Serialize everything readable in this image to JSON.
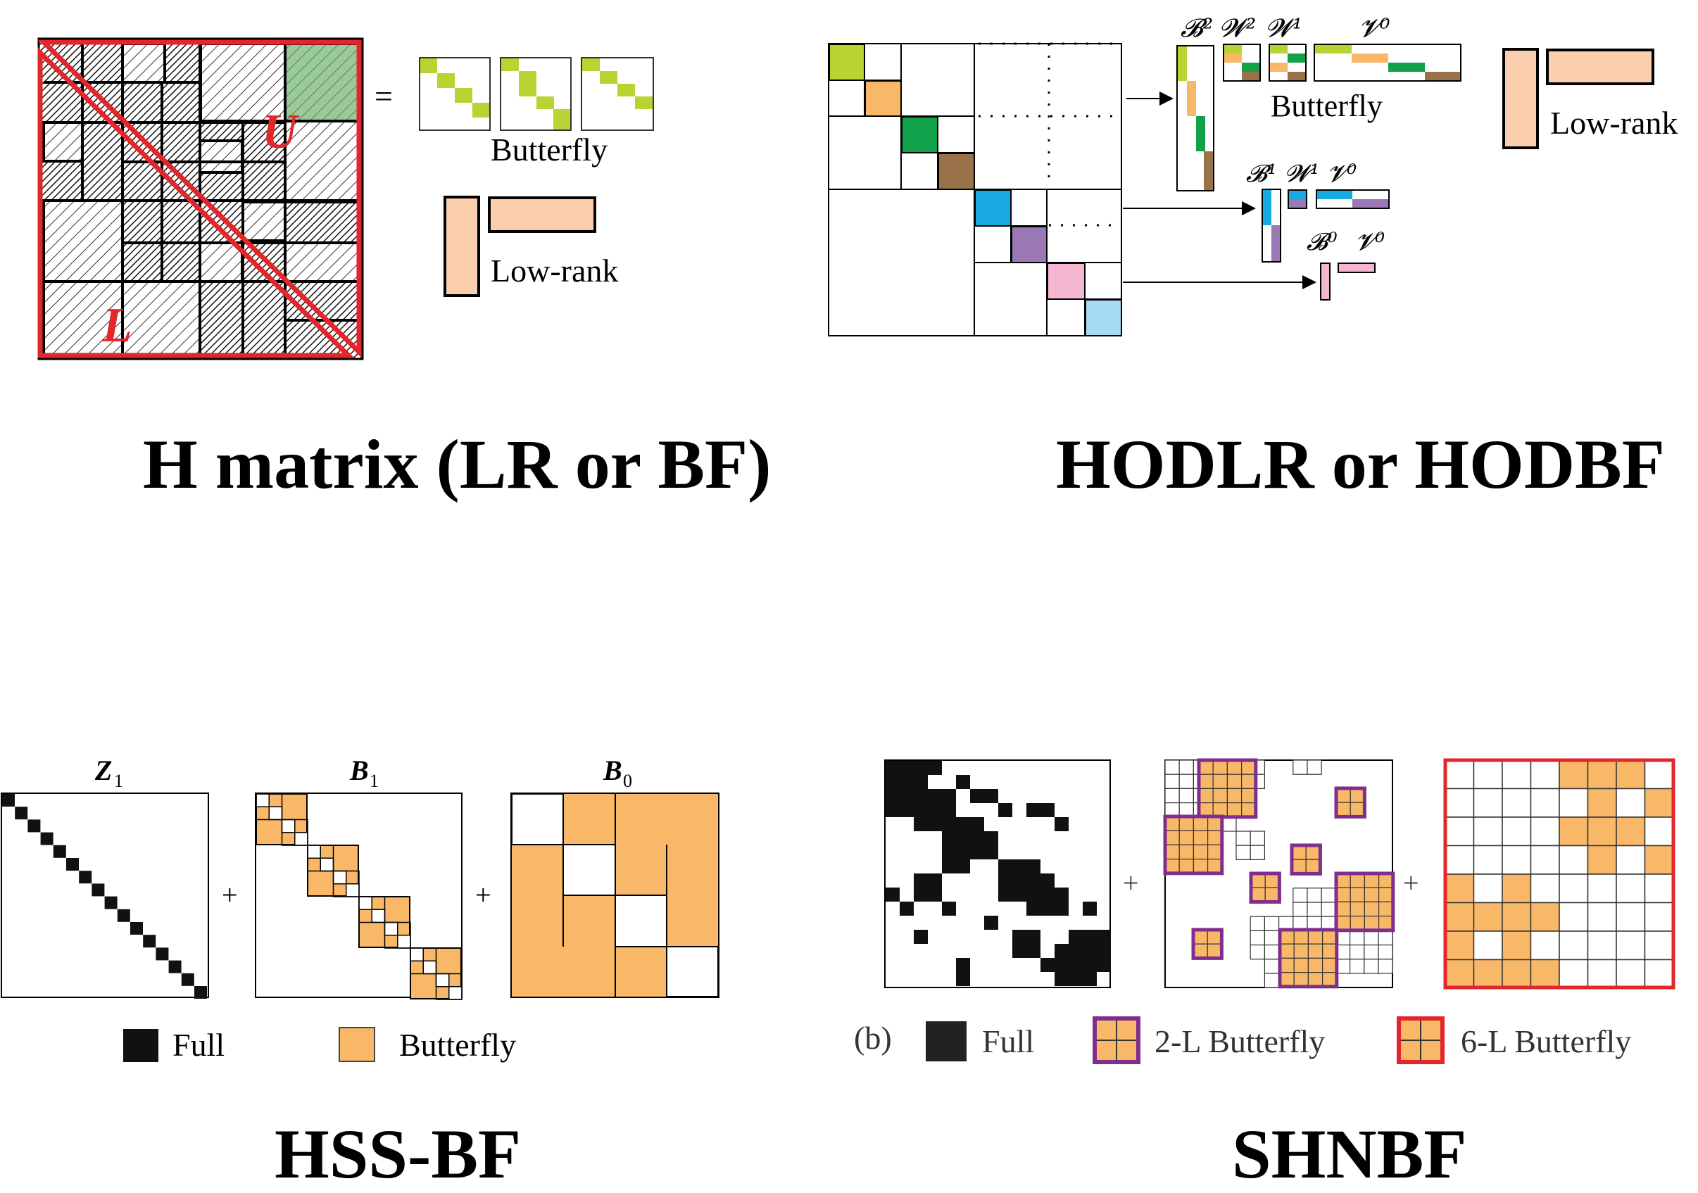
{
  "panels": {
    "hmatrix": {
      "title": "H matrix (LR or BF)",
      "upper_label": "U",
      "lower_label": "L",
      "equals": "=",
      "butterfly_label": "Butterfly",
      "lowrank_label": "Low-rank"
    },
    "hodlr": {
      "title": "HODLR or HODBF",
      "level2_labels": [
        "𝓑²",
        "𝓦²",
        "𝓦¹",
        "𝓥⁰"
      ],
      "level1_labels": [
        "𝓑¹",
        "𝓦¹",
        "𝓥⁰"
      ],
      "level0_labels": [
        "𝓑⁰",
        "𝓥⁰"
      ],
      "butterfly_label": "Butterfly",
      "lowrank_label": "Low-rank"
    },
    "hssbf": {
      "title": "HSS-BF",
      "matrix_labels": [
        {
          "main": "Z",
          "sub": "1"
        },
        {
          "main": "B",
          "sub": "1"
        },
        {
          "main": "B",
          "sub": "0"
        }
      ],
      "plus": "+",
      "legend_full": "Full",
      "legend_butterfly": "Butterfly"
    },
    "shnbf": {
      "title": "SHNBF",
      "plus": "+",
      "legend_prefix": "(b)",
      "legend_full": "Full",
      "legend_2l": "2-L Butterfly",
      "legend_6l": "6-L Butterfly"
    }
  },
  "colors": {
    "lime": "#b8d432",
    "orange": "#f9b867",
    "peach": "#fbcfae",
    "green": "#12a14b",
    "brown": "#9a7249",
    "cyan": "#19a9e1",
    "purple": "#9a78b4",
    "pink": "#f4b6d0",
    "lightblue": "#a8dcf6",
    "red": "#e2262b",
    "dark_purple": "#7e2e8c",
    "black": "#111111",
    "hatch_green": "#9cc99a"
  }
}
